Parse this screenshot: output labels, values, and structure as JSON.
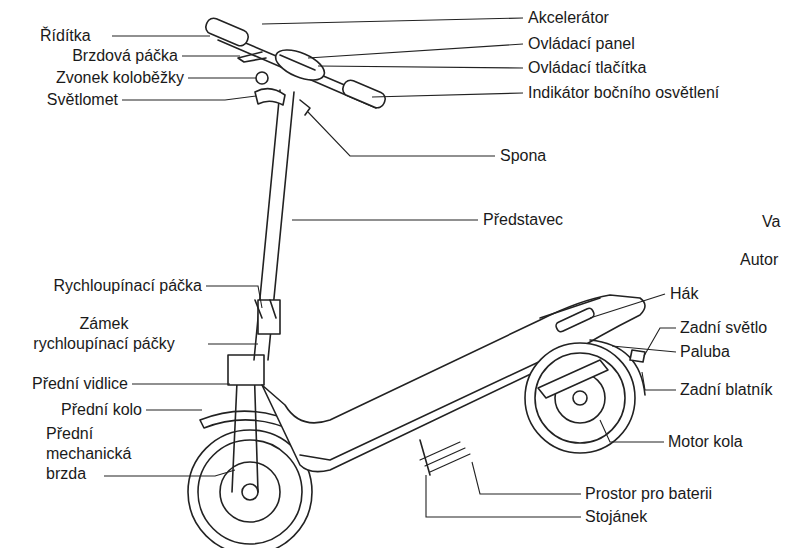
{
  "diagram": {
    "labels": [
      "Řídítka",
      "Akcelerátor",
      "Ovládací panel",
      "Brzdová páčka",
      "Ovládací tlačítka",
      "Zvonek koloběžky",
      "Indikátor bočního osvětlení",
      "Světlomet",
      "Spona",
      "Představec",
      "Va",
      "Autor",
      "Rychloupínací páčka",
      "Hák",
      "Zámek rychloupínací páčky",
      "Zadní světlo",
      "Paluba",
      "Přední vidlice",
      "Zadní blatník",
      "Přední kolo",
      "Motor kola",
      "Přední mechanická brzda",
      "Prostor pro baterii",
      "Stojánek"
    ]
  }
}
